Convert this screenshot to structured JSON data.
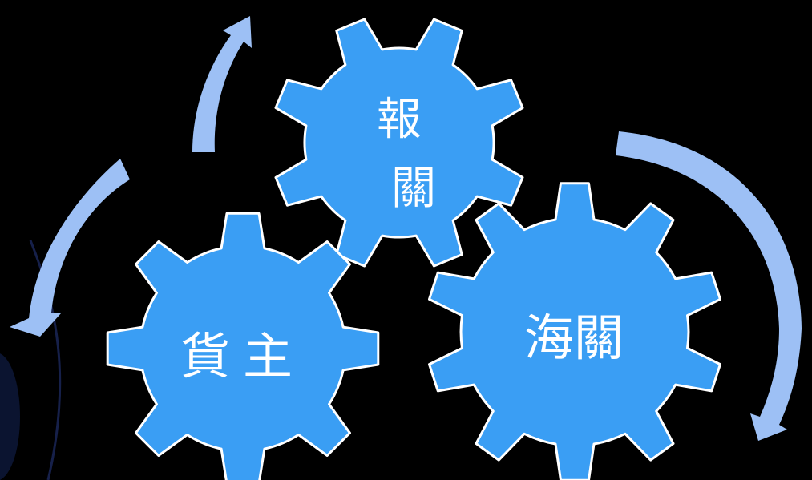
{
  "diagram": {
    "gears": [
      {
        "id": "shipper",
        "label": "貨主"
      },
      {
        "id": "broker",
        "label_lines": [
          "報",
          "關"
        ]
      },
      {
        "id": "customs",
        "label": "海關"
      }
    ],
    "colors": {
      "background": "#000000",
      "gear_fill": "#3a9ef4",
      "gear_stroke": "#ffffff",
      "arrow_fill": "#9dc0f5"
    },
    "flow_direction": "clockwise",
    "flow_order": [
      "shipper",
      "broker",
      "customs"
    ]
  }
}
